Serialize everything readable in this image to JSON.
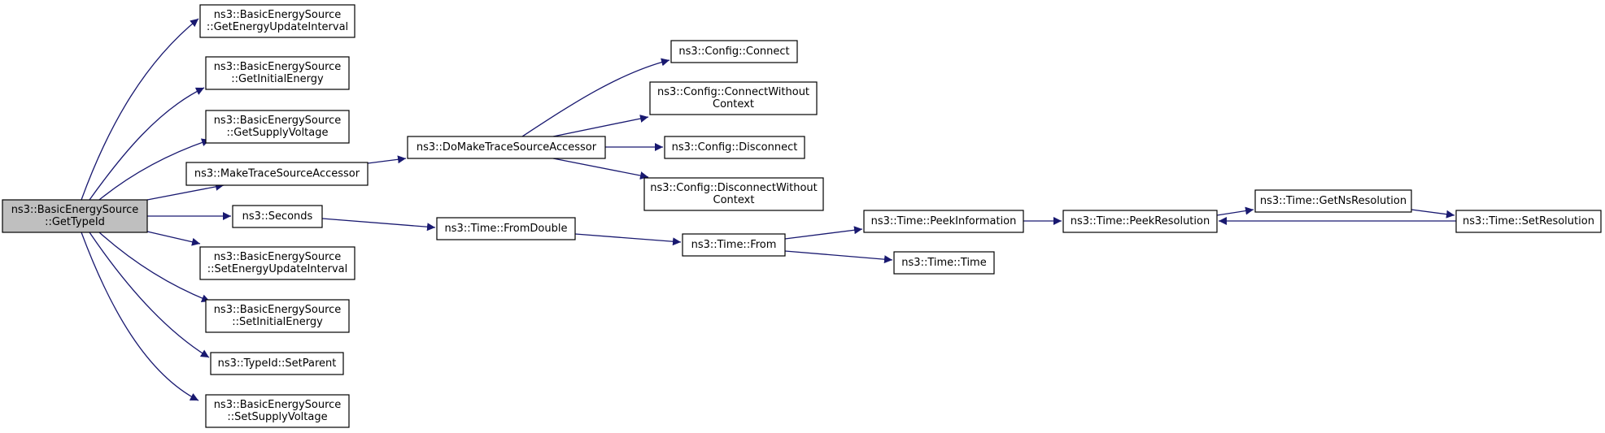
{
  "colors": {
    "edge": "#191970",
    "root_fill": "#bfbfbf",
    "node_fill": "#ffffff",
    "node_stroke": "#000000"
  },
  "nodes": [
    {
      "id": "root",
      "lines": [
        "ns3::BasicEnergySource",
        "::GetTypeId"
      ]
    },
    {
      "id": "getEnergyUpdateInterval",
      "lines": [
        "ns3::BasicEnergySource",
        "::GetEnergyUpdateInterval"
      ]
    },
    {
      "id": "getInitialEnergy",
      "lines": [
        "ns3::BasicEnergySource",
        "::GetInitialEnergy"
      ]
    },
    {
      "id": "getSupplyVoltage",
      "lines": [
        "ns3::BasicEnergySource",
        "::GetSupplyVoltage"
      ]
    },
    {
      "id": "makeTraceSourceAccessor",
      "lines": [
        "ns3::MakeTraceSourceAccessor"
      ]
    },
    {
      "id": "seconds",
      "lines": [
        "ns3::Seconds"
      ]
    },
    {
      "id": "setEnergyUpdateInterval",
      "lines": [
        "ns3::BasicEnergySource",
        "::SetEnergyUpdateInterval"
      ]
    },
    {
      "id": "setInitialEnergy",
      "lines": [
        "ns3::BasicEnergySource",
        "::SetInitialEnergy"
      ]
    },
    {
      "id": "typeIdSetParent",
      "lines": [
        "ns3::TypeId::SetParent"
      ]
    },
    {
      "id": "setSupplyVoltage",
      "lines": [
        "ns3::BasicEnergySource",
        "::SetSupplyVoltage"
      ]
    },
    {
      "id": "doMakeTraceSourceAccessor",
      "lines": [
        "ns3::DoMakeTraceSourceAccessor"
      ]
    },
    {
      "id": "configConnect",
      "lines": [
        "ns3::Config::Connect"
      ]
    },
    {
      "id": "configConnectWithoutContext",
      "lines": [
        "ns3::Config::ConnectWithout",
        "Context"
      ]
    },
    {
      "id": "configDisconnect",
      "lines": [
        "ns3::Config::Disconnect"
      ]
    },
    {
      "id": "configDisconnectWithoutContext",
      "lines": [
        "ns3::Config::DisconnectWithout",
        "Context"
      ]
    },
    {
      "id": "timeFromDouble",
      "lines": [
        "ns3::Time::FromDouble"
      ]
    },
    {
      "id": "timeFrom",
      "lines": [
        "ns3::Time::From"
      ]
    },
    {
      "id": "timePeekInformation",
      "lines": [
        "ns3::Time::PeekInformation"
      ]
    },
    {
      "id": "timeTime",
      "lines": [
        "ns3::Time::Time"
      ]
    },
    {
      "id": "timePeekResolution",
      "lines": [
        "ns3::Time::PeekResolution"
      ]
    },
    {
      "id": "timeGetNsResolution",
      "lines": [
        "ns3::Time::GetNsResolution"
      ]
    },
    {
      "id": "timeSetResolution",
      "lines": [
        "ns3::Time::SetResolution"
      ]
    }
  ],
  "edges": [
    {
      "from": "root",
      "to": "getEnergyUpdateInterval"
    },
    {
      "from": "root",
      "to": "getInitialEnergy"
    },
    {
      "from": "root",
      "to": "getSupplyVoltage"
    },
    {
      "from": "root",
      "to": "makeTraceSourceAccessor"
    },
    {
      "from": "root",
      "to": "seconds"
    },
    {
      "from": "root",
      "to": "setEnergyUpdateInterval"
    },
    {
      "from": "root",
      "to": "setInitialEnergy"
    },
    {
      "from": "root",
      "to": "typeIdSetParent"
    },
    {
      "from": "root",
      "to": "setSupplyVoltage"
    },
    {
      "from": "makeTraceSourceAccessor",
      "to": "doMakeTraceSourceAccessor"
    },
    {
      "from": "doMakeTraceSourceAccessor",
      "to": "configConnect"
    },
    {
      "from": "doMakeTraceSourceAccessor",
      "to": "configConnectWithoutContext"
    },
    {
      "from": "doMakeTraceSourceAccessor",
      "to": "configDisconnect"
    },
    {
      "from": "doMakeTraceSourceAccessor",
      "to": "configDisconnectWithoutContext"
    },
    {
      "from": "seconds",
      "to": "timeFromDouble"
    },
    {
      "from": "timeFromDouble",
      "to": "timeFrom"
    },
    {
      "from": "timeFrom",
      "to": "timePeekInformation"
    },
    {
      "from": "timeFrom",
      "to": "timeTime"
    },
    {
      "from": "timePeekInformation",
      "to": "timePeekResolution"
    },
    {
      "from": "timePeekResolution",
      "to": "timeGetNsResolution"
    },
    {
      "from": "timeGetNsResolution",
      "to": "timeSetResolution"
    },
    {
      "from": "timeSetResolution",
      "to": "timePeekResolution"
    }
  ]
}
